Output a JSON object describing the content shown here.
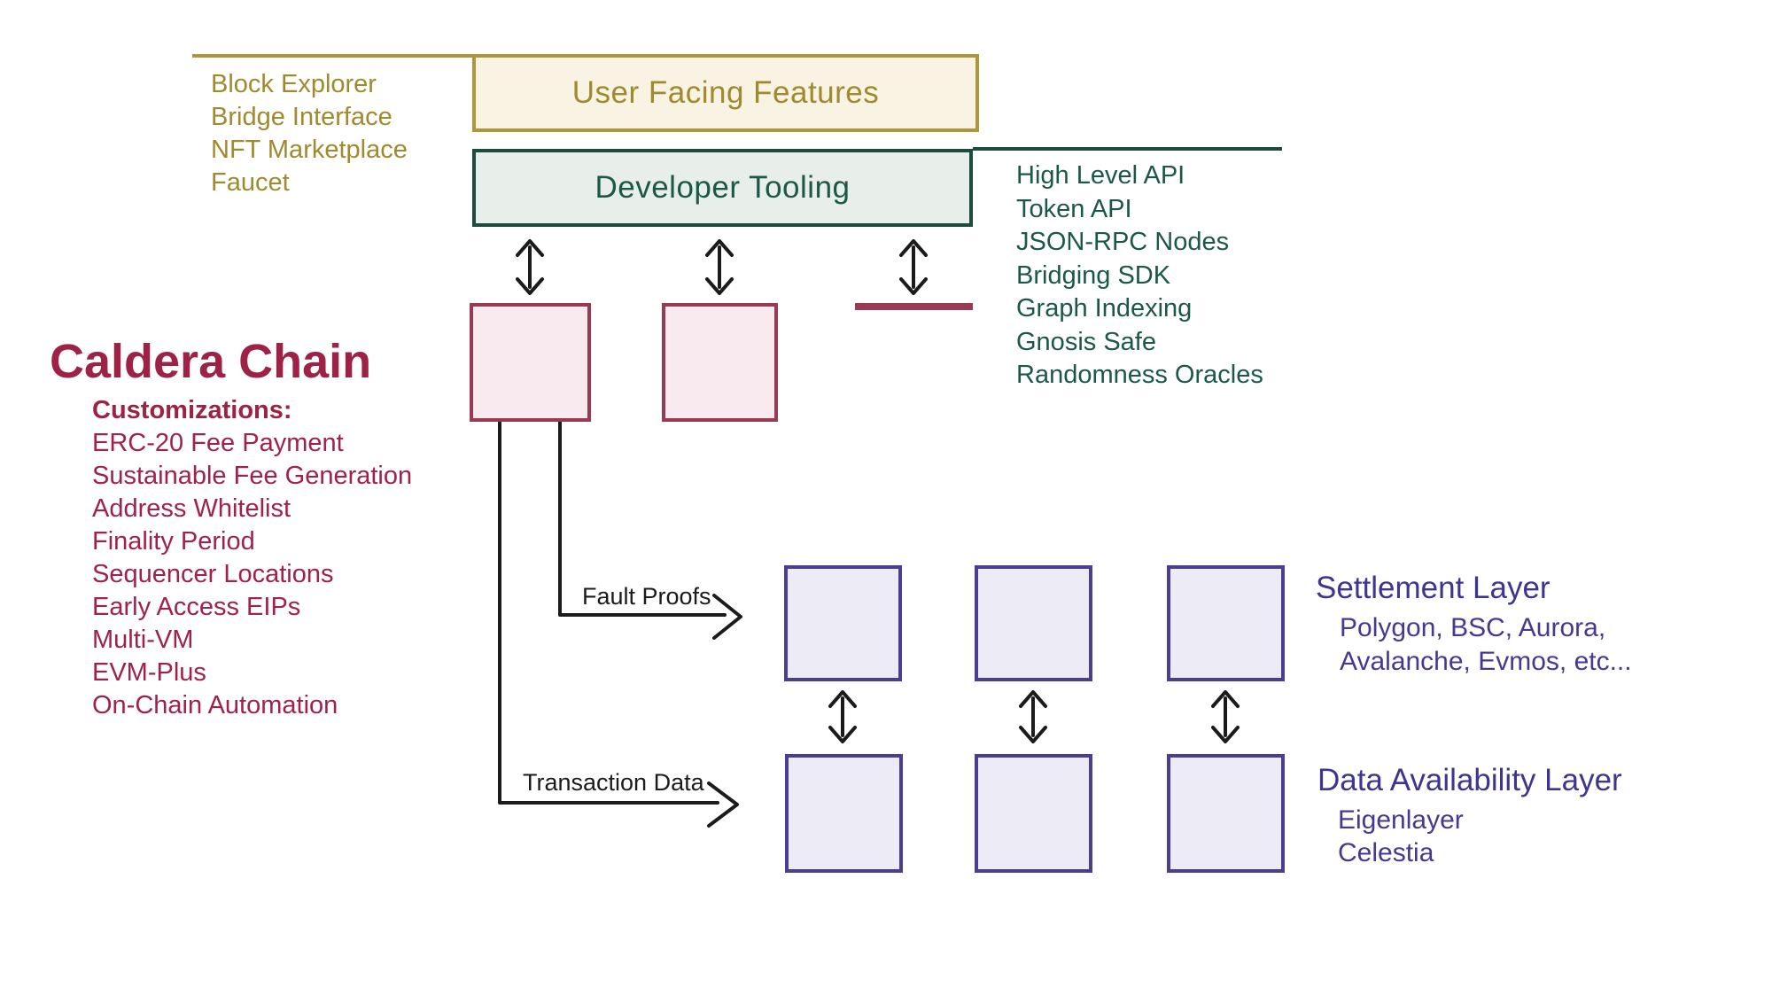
{
  "page": {
    "background": "#ffffff"
  },
  "colors": {
    "gold_text": "#a08a2e",
    "gold_border": "#b0953a",
    "gold_fill": "#f8f3e2",
    "dark_green_text": "#1c5847",
    "dark_green_border": "#1d4c3f",
    "green_fill": "#e8eee9",
    "maroon_text": "#9e2146",
    "pink_box_border": "#973a52",
    "pink_box_fill": "#f8eaef",
    "purple_text": "#3d3590",
    "purple_box_border": "#4a3d92",
    "purple_box_fill": "#edebf6",
    "connector_black": "#1b1b1b"
  },
  "user_facing": {
    "label": "User Facing Features",
    "examples": [
      "Block Explorer",
      "Bridge Interface",
      "NFT Marketplace",
      "Faucet"
    ]
  },
  "developer_tooling": {
    "label": "Developer Tooling",
    "examples": [
      "High Level API",
      "Token API",
      "JSON-RPC Nodes",
      "Bridging SDK",
      "Graph Indexing",
      "Gnosis Safe",
      "Randomness Oracles"
    ]
  },
  "caldera_chain": {
    "title": "Caldera Chain",
    "customizations_heading": "Customizations:",
    "customizations": [
      "ERC-20 Fee Payment",
      "Sustainable Fee Generation",
      "Address Whitelist",
      "Finality Period",
      "Sequencer Locations",
      "Early Access EIPs",
      "Multi-VM",
      "EVM-Plus",
      "On-Chain Automation"
    ]
  },
  "connectors": {
    "fault_proofs_label": "Fault Proofs",
    "transaction_data_label": "Transaction Data"
  },
  "settlement_layer": {
    "title": "Settlement Layer",
    "examples": [
      "Polygon, BSC, Aurora,",
      "Avalanche, Evmos, etc..."
    ]
  },
  "data_availability_layer": {
    "title": "Data Availability Layer",
    "examples": [
      "Eigenlayer",
      "Celestia"
    ]
  }
}
